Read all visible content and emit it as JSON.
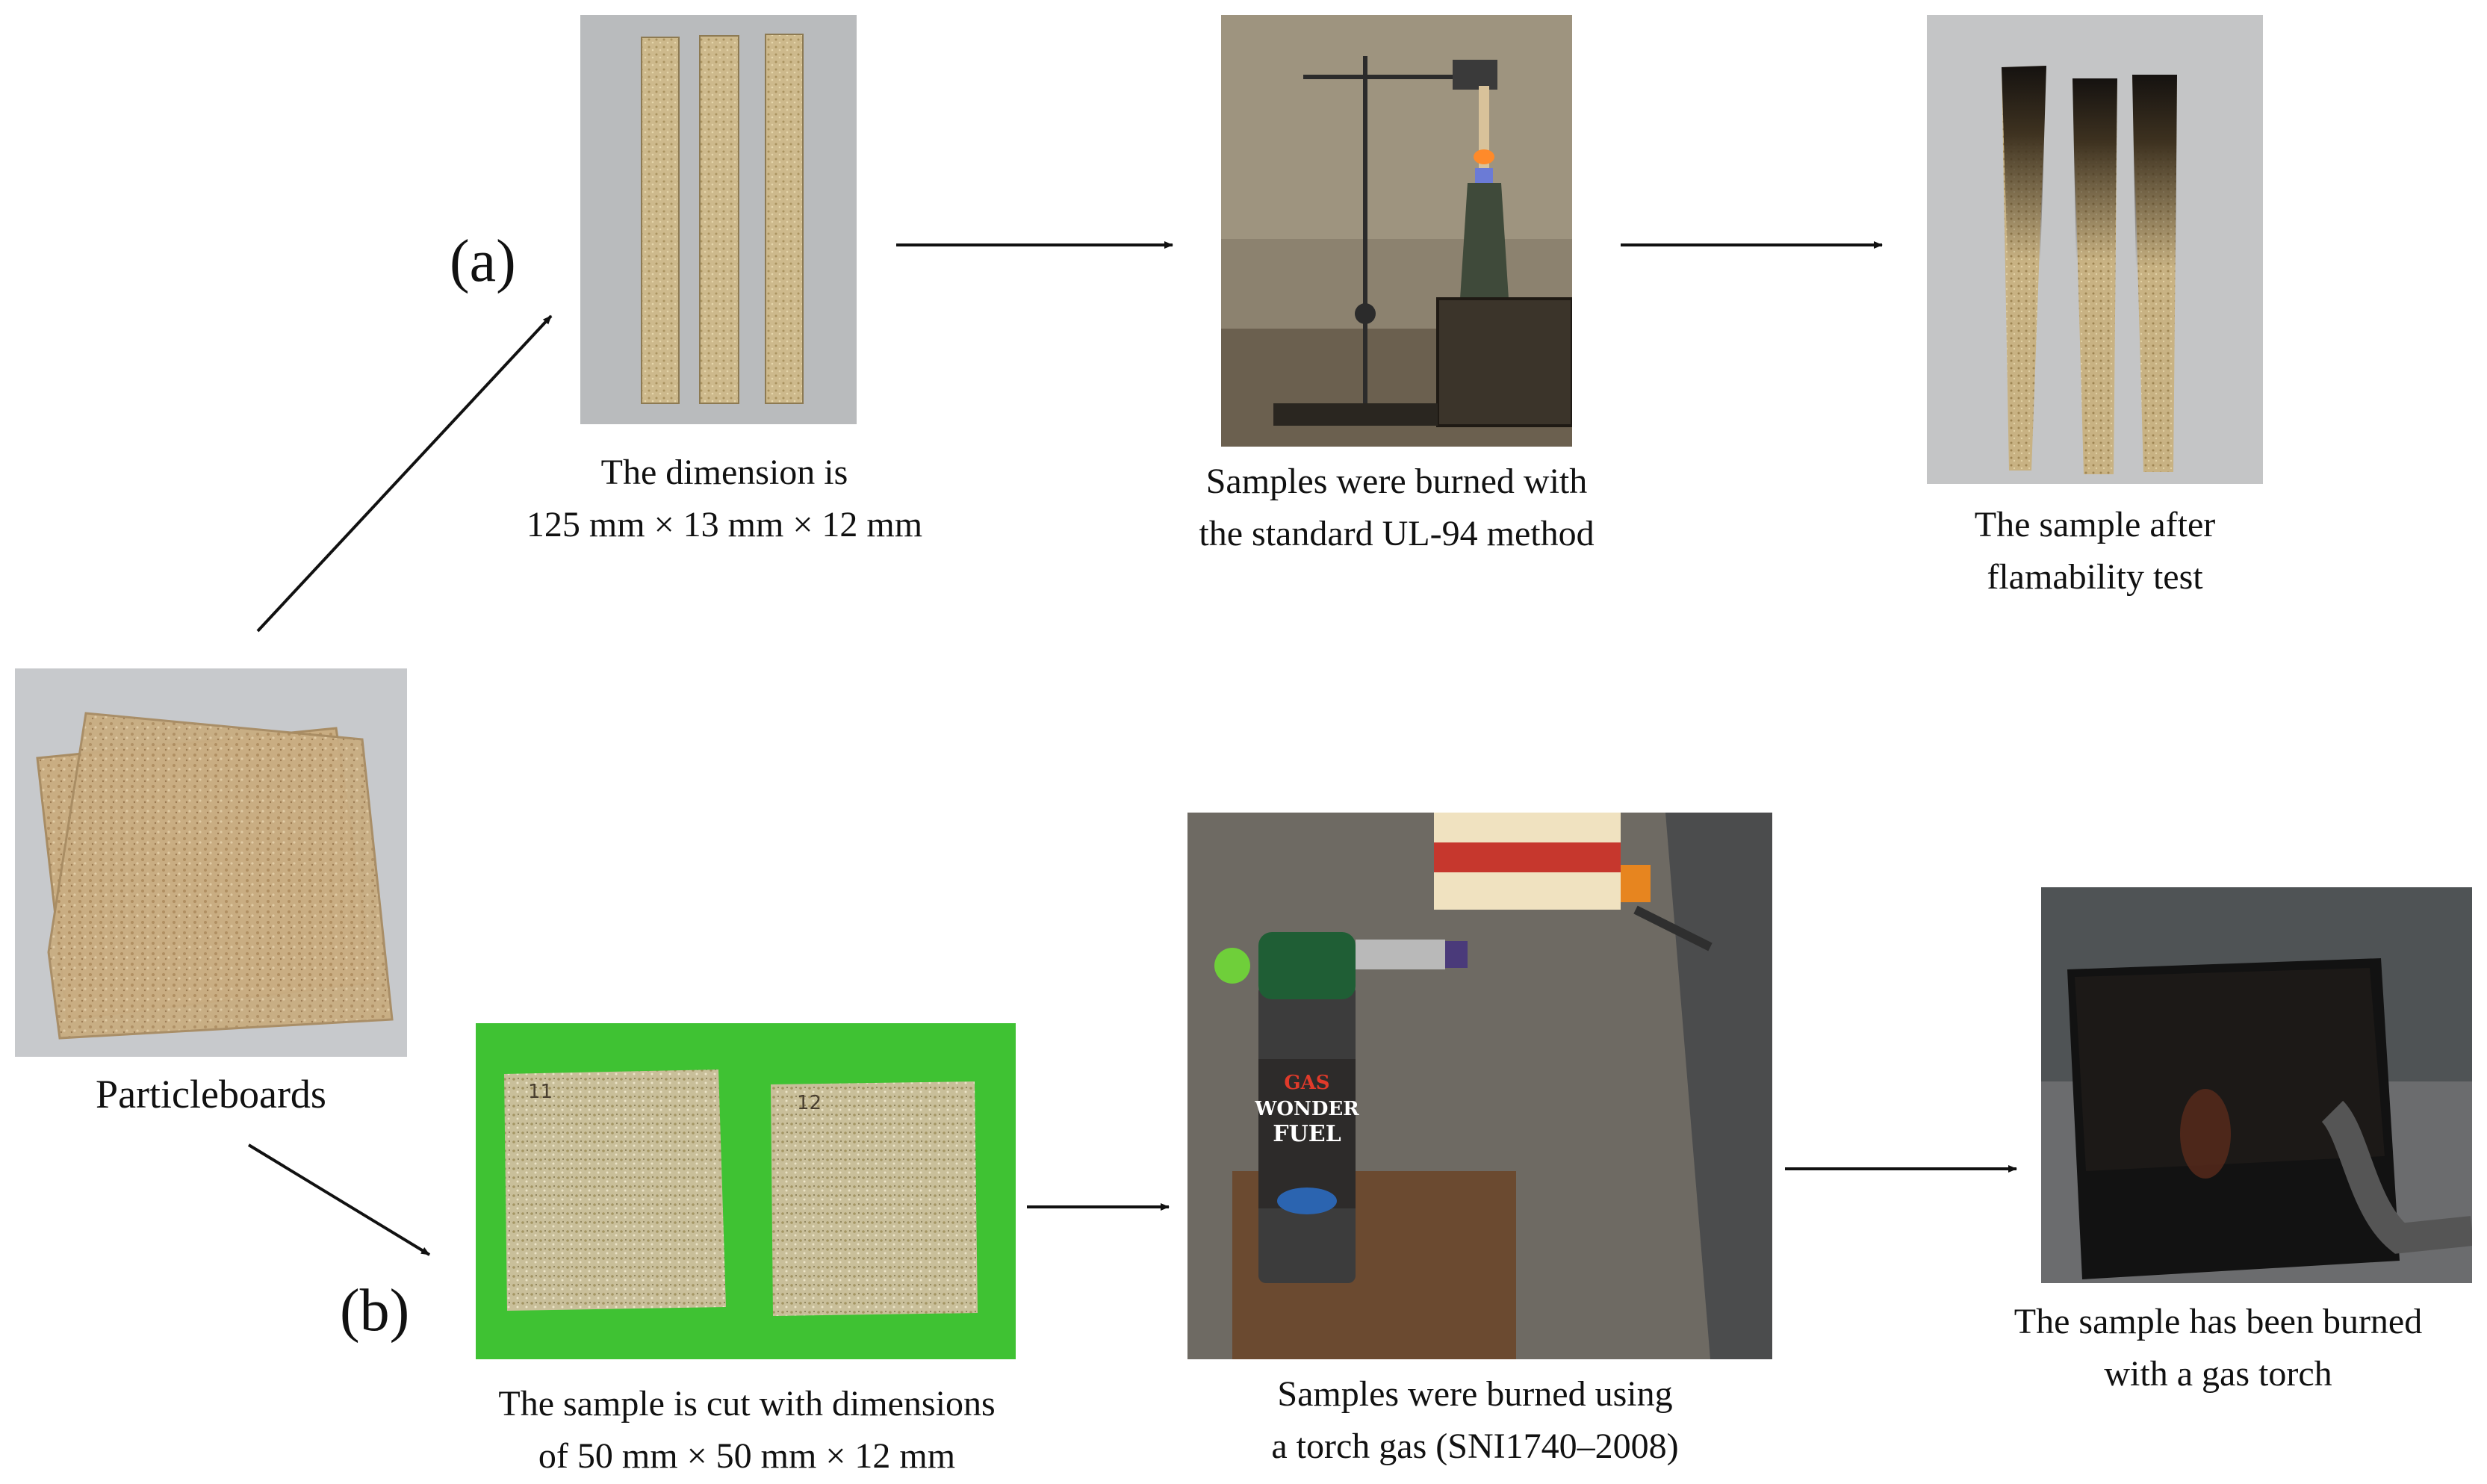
{
  "labels": {
    "a": "(a)",
    "b": "(b)"
  },
  "particleboards": {
    "caption": "Particleboards"
  },
  "branch_a": {
    "step1": {
      "line1": "The dimension is",
      "line2": "125 mm × 13 mm × 12 mm"
    },
    "step2": {
      "line1": "Samples were burned with",
      "line2": "the standard UL-94 method"
    },
    "step3": {
      "line1": "The sample after",
      "line2": "flamability test"
    }
  },
  "branch_b": {
    "step1": {
      "line1": "The sample is cut with dimensions",
      "line2": "of 50 mm × 50 mm × 12 mm",
      "mark1": "11",
      "mark2": "12"
    },
    "step2": {
      "line1": "Samples were burned using",
      "line2": "a torch gas (SNI1740–2008)",
      "can_text1": "GAS",
      "can_text2": "WONDER",
      "can_text3": "FUEL"
    },
    "step3": {
      "line1": "The sample has been burned",
      "line2": "with a gas torch"
    }
  }
}
